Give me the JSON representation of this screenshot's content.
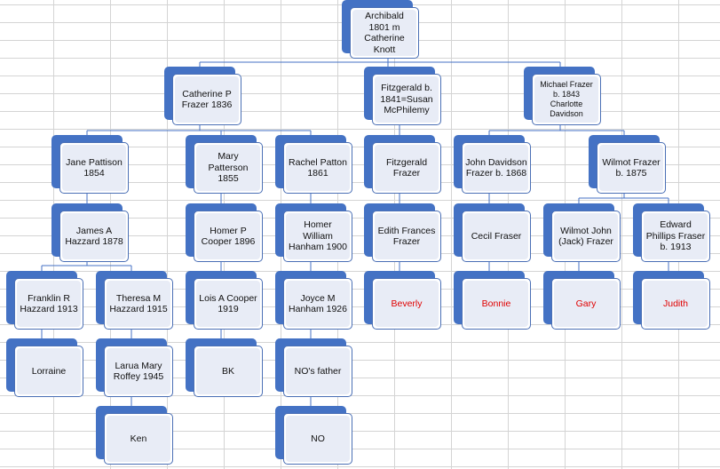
{
  "org_chart": {
    "root": {
      "label": "Archibald\n1801 m\nCatherine\nKnott"
    },
    "gen1": [
      {
        "label": "Catherine P\nFrazer 1836"
      },
      {
        "label": "Fitzgerald b.\n1841=Susan\nMcPhilemy"
      },
      {
        "label": "Michael Frazer\nb. 1843\nCharlotte\nDavidson"
      }
    ],
    "gen2": [
      {
        "label": "Jane Pattison\n1854"
      },
      {
        "label": "Mary\nPatterson\n1855"
      },
      {
        "label": "Rachel Patton\n1861"
      },
      {
        "label": "Fitzgerald\nFrazer"
      },
      {
        "label": "John Davidson\nFrazer b. 1868"
      },
      {
        "label": "Wilmot Frazer\nb. 1875"
      }
    ],
    "gen3": [
      {
        "label": "James A\nHazzard 1878"
      },
      {
        "label": "Homer P\nCooper 1896"
      },
      {
        "label": "Homer\nWilliam\nHanham 1900"
      },
      {
        "label": "Edith Frances\nFrazer"
      },
      {
        "label": "Cecil Fraser"
      },
      {
        "label": "Wilmot John\n(Jack) Frazer"
      },
      {
        "label": "Edward\nPhillips Fraser\nb. 1913"
      }
    ],
    "gen4": [
      {
        "label": "Franklin R\nHazzard 1913"
      },
      {
        "label": "Theresa M\nHazzard 1915"
      },
      {
        "label": "Lois A Cooper\n1919"
      },
      {
        "label": "Joyce M\nHanham 1926"
      },
      {
        "label": "Beverly"
      },
      {
        "label": "Bonnie"
      },
      {
        "label": "Gary"
      },
      {
        "label": "Judith"
      }
    ],
    "gen5": [
      {
        "label": "Lorraine"
      },
      {
        "label": "Larua Mary\nRoffey 1945"
      },
      {
        "label": "BK"
      },
      {
        "label": "NO's father"
      }
    ],
    "gen6": [
      {
        "label": "Ken"
      },
      {
        "label": "NO"
      }
    ]
  },
  "colors": {
    "box_back": "#4472c4",
    "box_fill": "#e8ecf6",
    "connector": "#4472c4",
    "highlight_text": "#e00000"
  }
}
